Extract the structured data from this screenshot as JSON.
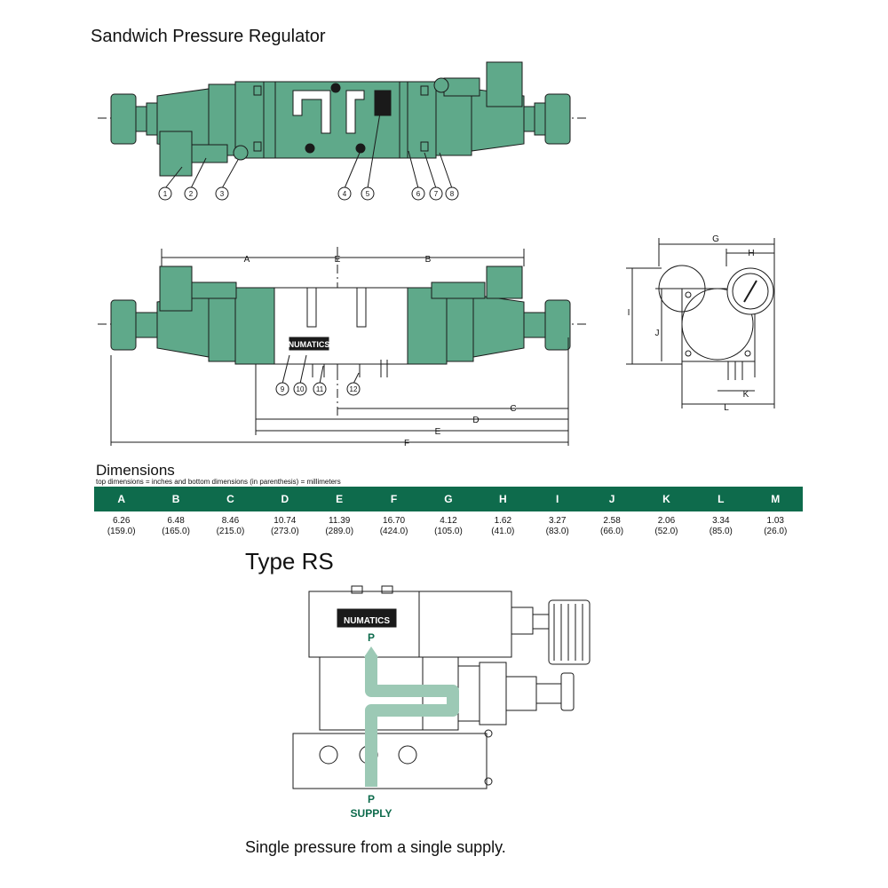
{
  "title": "Sandwich Pressure Regulator",
  "callouts_top": [
    "1",
    "2",
    "3",
    "4",
    "5",
    "6",
    "7",
    "8"
  ],
  "callouts_mid": [
    "9",
    "10",
    "11",
    "12"
  ],
  "dim_letters": {
    "A": "A",
    "B": "B",
    "C": "C",
    "D": "D",
    "E": "E",
    "F": "F",
    "G": "G",
    "H": "H",
    "I": "I",
    "J": "J",
    "K": "K",
    "L": "L"
  },
  "brand": "NUMATICS",
  "dimensions": {
    "heading": "Dimensions",
    "note": "top dimensions = inches and bottom dimensions (in parenthesis) = millimeters",
    "columns": [
      "A",
      "B",
      "C",
      "D",
      "E",
      "F",
      "G",
      "H",
      "I",
      "J",
      "K",
      "L",
      "M"
    ],
    "inches": [
      "6.26",
      "6.48",
      "8.46",
      "10.74",
      "11.39",
      "16.70",
      "4.12",
      "1.62",
      "3.27",
      "2.58",
      "2.06",
      "3.34",
      "1.03"
    ],
    "mm": [
      "(159.0)",
      "(165.0)",
      "(215.0)",
      "(273.0)",
      "(289.0)",
      "(424.0)",
      "(105.0)",
      "(41.0)",
      "(83.0)",
      "(66.0)",
      "(52.0)",
      "(85.0)",
      "(26.0)"
    ]
  },
  "type_rs": {
    "title": "Type RS",
    "port_label": "P",
    "supply_p": "P",
    "supply_label": "SUPPLY",
    "caption": "Single pressure from a single supply."
  },
  "colors": {
    "accent": "#0e6b4c",
    "line": "#1a1a1a",
    "fill_green": "#5fa98a",
    "flow": "#9cc9b5"
  }
}
